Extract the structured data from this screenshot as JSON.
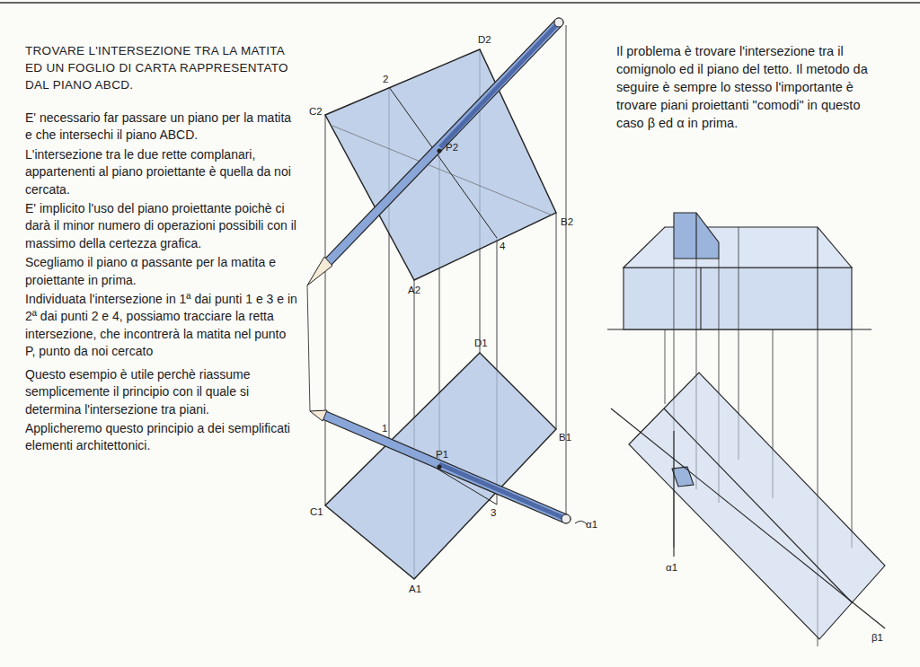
{
  "diagram": {
    "title": "TROVARE L'INTERSEZIONE TRA LA MATITA ED UN FOGLIO DI CARTA RAPPRESENTATO DAL PIANO ABCD.",
    "labels": [
      "E' necessario far passare un piano per la matita e che intersechi il piano ABCD.",
      "L'intersezione tra le due rette complanari, appartenenti al piano proiettante è quella da noi cercata.",
      "E' implicito l'uso del piano proiettante poichè ci darà il minor numero di operazioni possibili con il massimo della certezza grafica.",
      "Scegliamo il piano α passante per la matita e proiettante in prima.",
      "Individuata l'intersezione in 1ª dai punti 1 e 3 e in 2ª dai punti 2 e 4, possiamo tracciare la retta intersezione, che incontrerà la matita nel punto P, punto da noi cercato",
      "Questo esempio è utile perchè riassume semplicemente il principio con il quale si determina l'intersezione tra piani.",
      "Applicheremo questo principio a dei semplificati elementi architettonici.",
      "Il problema è trovare l'intersezione tra il comignolo ed il piano del tetto. Il metodo da seguire è sempre lo stesso l'importante è trovare piani proiettanti \"comodi\" in questo caso β ed α in prima.",
      "D2",
      "2",
      "C2",
      "P2",
      "B2",
      "4",
      "A2",
      "D1",
      "B1",
      "1",
      "P1",
      "3",
      "C1",
      "A1",
      "α1",
      "α1",
      "β1"
    ]
  }
}
